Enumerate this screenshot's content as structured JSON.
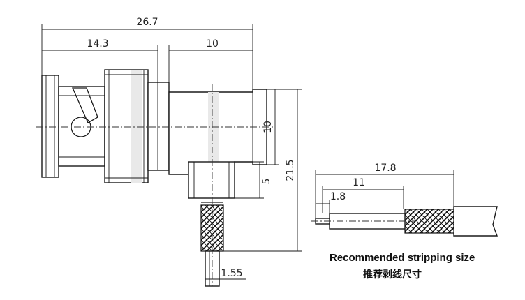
{
  "dimensions": {
    "overall_length": "26.7",
    "plug_length": "14.3",
    "body_width": "10",
    "body_height": "10",
    "cable_exit": "5",
    "total_height": "21.5",
    "cable_od": "1.55"
  },
  "stripping": {
    "total": "17.8",
    "braid": "11",
    "conductor": "1.8"
  },
  "caption": {
    "en": "Recommended stripping size",
    "zh": "推荐剥线尺寸"
  }
}
